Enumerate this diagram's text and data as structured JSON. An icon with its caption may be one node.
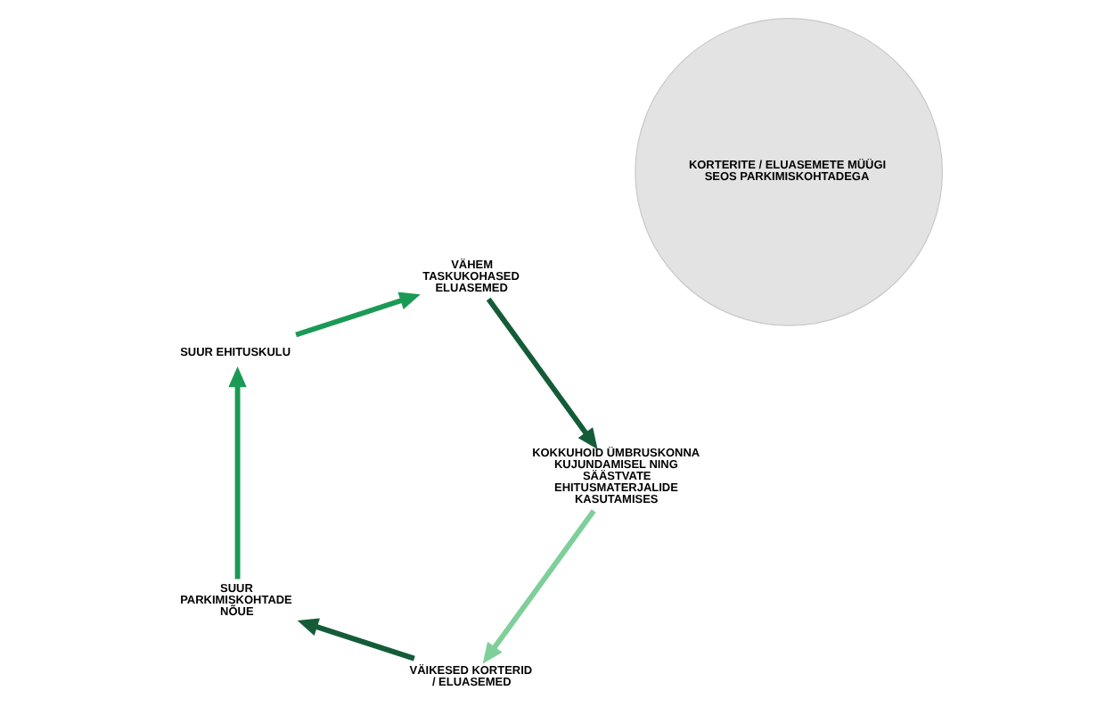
{
  "diagram": {
    "nodes": [
      {
        "text": [
          "KORTERITE / ELUASEMETE MÜÜGI SEOS PARKIMISKOHTADEGA"
        ]
      },
      {
        "text": [
          "VÄIKESED KORTERID / ELUASEMED"
        ]
      },
      {
        "text": [
          "SUUR PARKIMISKOHTADE NÕUE"
        ]
      },
      {
        "text": [
          "SUUR EHITUSKULU"
        ]
      },
      {
        "text": [
          "VÄHEM TASKUKOHASED ELUASEMED"
        ]
      },
      {
        "text": [
          "KOKKUHOID ÜMBRUSKONNA KUJUNDAMISEL NING SÄÄSTVATE EHITUSMATERJALIDE KASUTAMISES"
        ]
      }
    ],
    "edges": [
      {
        "from": 1,
        "to": 2,
        "arrow": "to",
        "color": "#145c38"
      },
      {
        "from": 2,
        "to": 3,
        "arrow": "to",
        "color": "#1a9a55"
      },
      {
        "from": 3,
        "to": 4,
        "arrow": "to",
        "color": "#1a9a55"
      },
      {
        "from": 4,
        "to": 5,
        "arrow": "to",
        "color": "#145c38"
      },
      {
        "from": 5,
        "to": 1,
        "arrow": "to",
        "color": "#7fcf9a"
      }
    ]
  }
}
